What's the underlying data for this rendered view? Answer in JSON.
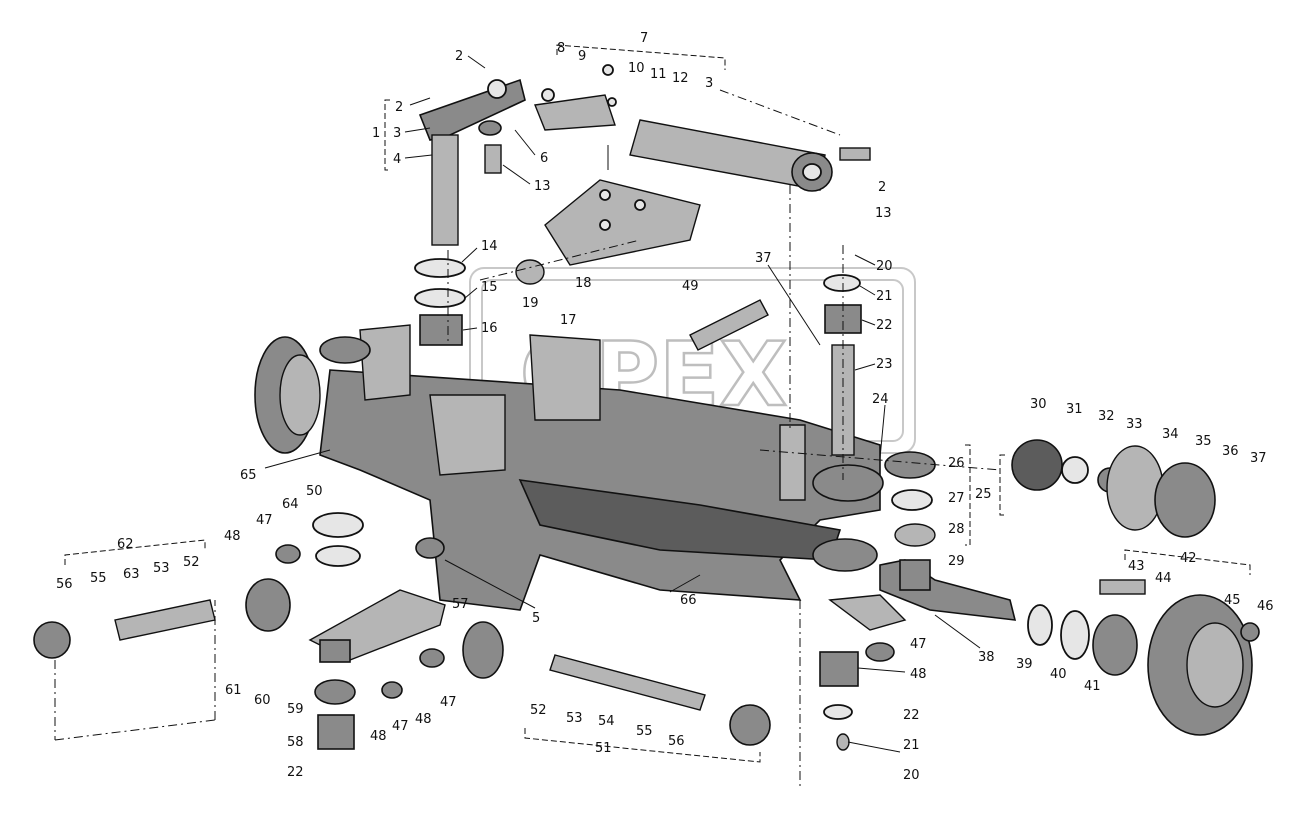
{
  "watermark": {
    "text": "OPEX"
  },
  "labels": [
    "1",
    "2",
    "3",
    "4",
    "5",
    "6",
    "7",
    "8",
    "9",
    "10",
    "11",
    "12",
    "13",
    "14",
    "15",
    "16",
    "17",
    "18",
    "19",
    "20",
    "21",
    "22",
    "23",
    "24",
    "25",
    "26",
    "27",
    "28",
    "29",
    "30",
    "31",
    "32",
    "33",
    "34",
    "35",
    "36",
    "37",
    "38",
    "39",
    "40",
    "41",
    "42",
    "43",
    "44",
    "45",
    "46",
    "47",
    "48",
    "49",
    "50",
    "51",
    "52",
    "53",
    "54",
    "55",
    "56",
    "57",
    "58",
    "59",
    "60",
    "61",
    "62",
    "63",
    "64",
    "65",
    "66"
  ]
}
